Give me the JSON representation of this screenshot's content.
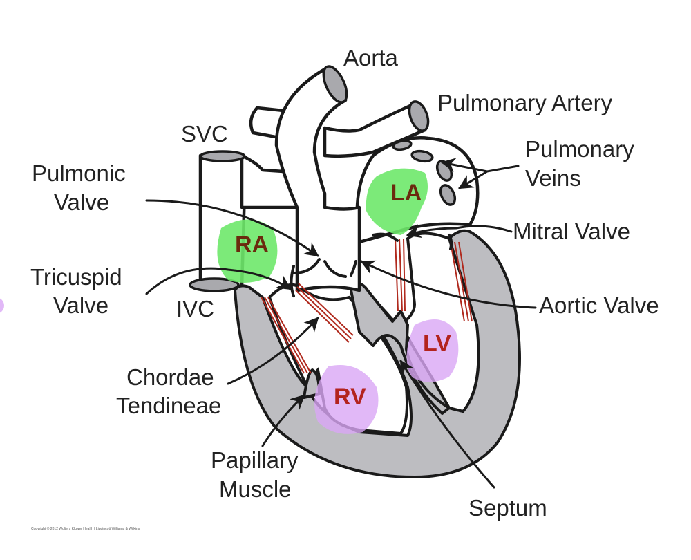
{
  "diagram": {
    "title": "Heart anatomy",
    "labels": {
      "aorta": "Aorta",
      "pulmonary_artery": "Pulmonary Artery",
      "svc": "SVC",
      "pulmonary_veins_1": "Pulmonary",
      "pulmonary_veins_2": "Veins",
      "pulmonic_valve_1": "Pulmonic",
      "pulmonic_valve_2": "Valve",
      "mitral_valve": "Mitral Valve",
      "tricuspid_valve_1": "Tricuspid",
      "tricuspid_valve_2": "Valve",
      "ivc": "IVC",
      "aortic_valve": "Aortic Valve",
      "chordae_1": "Chordae",
      "chordae_2": "Tendineae",
      "papillary_1": "Papillary",
      "papillary_2": "Muscle",
      "septum": "Septum"
    },
    "chambers": {
      "ra": "RA",
      "la": "LA",
      "rv": "RV",
      "lv": "LV"
    },
    "colors": {
      "atria_highlight": "#6ee86a",
      "ventricle_highlight": "#d9a6f5",
      "atria_text": "#6b2a0e",
      "ventricle_text": "#b3231e",
      "muscle": "#bdbdc1",
      "chordae": "#b02a1e"
    },
    "copyright": "Copyright © 2012 Wolters Kluwer Health | Lippincott Williams & Wilkins"
  }
}
